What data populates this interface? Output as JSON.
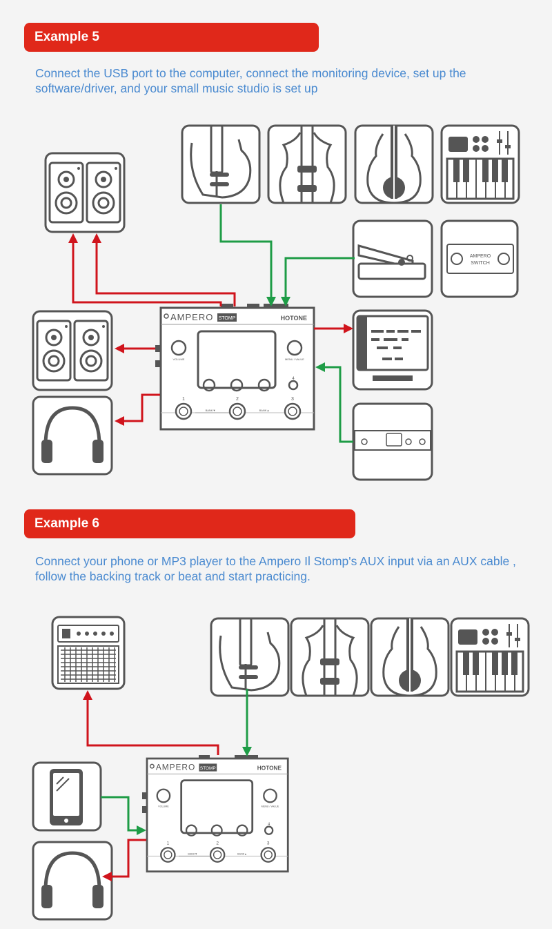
{
  "example5": {
    "title": "Example 5",
    "description": "Connect the USB port to the computer, connect the monitoring device, set up the software/driver, and your small music studio is set up"
  },
  "example6": {
    "title": "Example 6",
    "description": "Connect your phone or MP3 player to the Ampero Il Stomp's AUX input via an AUX cable , follow the backing track or beat and start practicing."
  },
  "device": {
    "logo": "AMPERO",
    "model": "STOMP",
    "brand": "HOTONE",
    "volume_label": "VOLUME",
    "menu_label": "MENU / VALUE",
    "bank_down": "BANK▼",
    "bank_up": "BANK▲",
    "switch_1": "1",
    "switch_2": "2",
    "switch_3": "3",
    "switch_4": "4"
  },
  "ampero_switch": {
    "line1": "AMPERO",
    "line2": "SWITCH"
  },
  "colors": {
    "banner": "#e0281a",
    "description_text": "#4a8ad0",
    "output_arrow": "#d0141c",
    "input_arrow": "#1e9c46",
    "icon": "#555555"
  }
}
